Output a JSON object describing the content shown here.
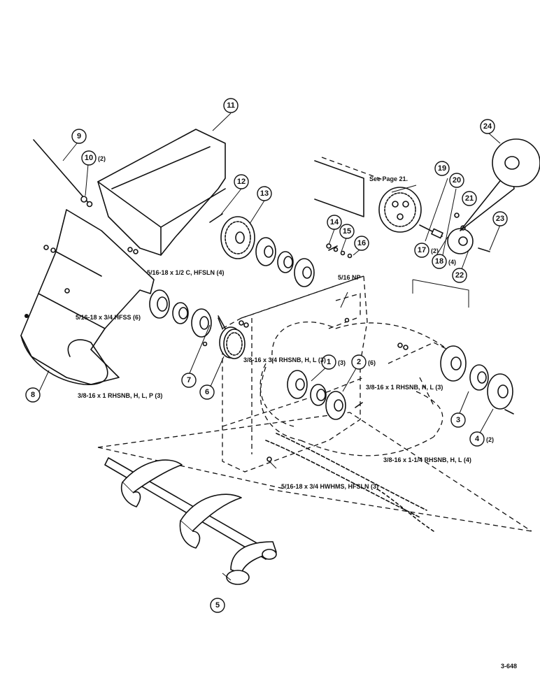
{
  "callouts": {
    "c1": {
      "num": "1",
      "qty": "(3)"
    },
    "c2": {
      "num": "2",
      "qty": "(6)"
    },
    "c3": {
      "num": "3",
      "qty": ""
    },
    "c4": {
      "num": "4",
      "qty": "(2)"
    },
    "c5": {
      "num": "5",
      "qty": ""
    },
    "c6": {
      "num": "6",
      "qty": ""
    },
    "c7": {
      "num": "7",
      "qty": ""
    },
    "c8": {
      "num": "8",
      "qty": ""
    },
    "c9": {
      "num": "9",
      "qty": ""
    },
    "c10": {
      "num": "10",
      "qty": "(2)"
    },
    "c11": {
      "num": "11",
      "qty": ""
    },
    "c12": {
      "num": "12",
      "qty": ""
    },
    "c13": {
      "num": "13",
      "qty": ""
    },
    "c14": {
      "num": "14",
      "qty": ""
    },
    "c15": {
      "num": "15",
      "qty": ""
    },
    "c16": {
      "num": "16",
      "qty": ""
    },
    "c17": {
      "num": "17",
      "qty": "(2)"
    },
    "c18": {
      "num": "18",
      "qty": "(4)"
    },
    "c19": {
      "num": "19",
      "qty": ""
    },
    "c20": {
      "num": "20",
      "qty": ""
    },
    "c21": {
      "num": "21",
      "qty": ""
    },
    "c22": {
      "num": "22",
      "qty": ""
    },
    "c23": {
      "num": "23",
      "qty": ""
    },
    "c24": {
      "num": "24",
      "qty": ""
    }
  },
  "notes": {
    "hw1": "5/16-18 x 1/2 C, HFSLN (4)",
    "hw2": "5/16-18 x 3/4 HFSS (6)",
    "hw3": "3/8-16 x 3/4 RHSNB, H, L (3)",
    "hw4": "5/16 NP",
    "hw5": "3/8-16 x 1 RHSNB, H, L, P (3)",
    "hw6": "3/8-16 x 1 RHSNB, H, L (3)",
    "hw7": "3/8-16 x 1-1/4 RHSNB, H, L (4)",
    "hw8": "5/16-18 x 3/4 HWHMS, HFSLN (3)",
    "see_page": "See Page 21."
  },
  "figure_ref": "3-648"
}
